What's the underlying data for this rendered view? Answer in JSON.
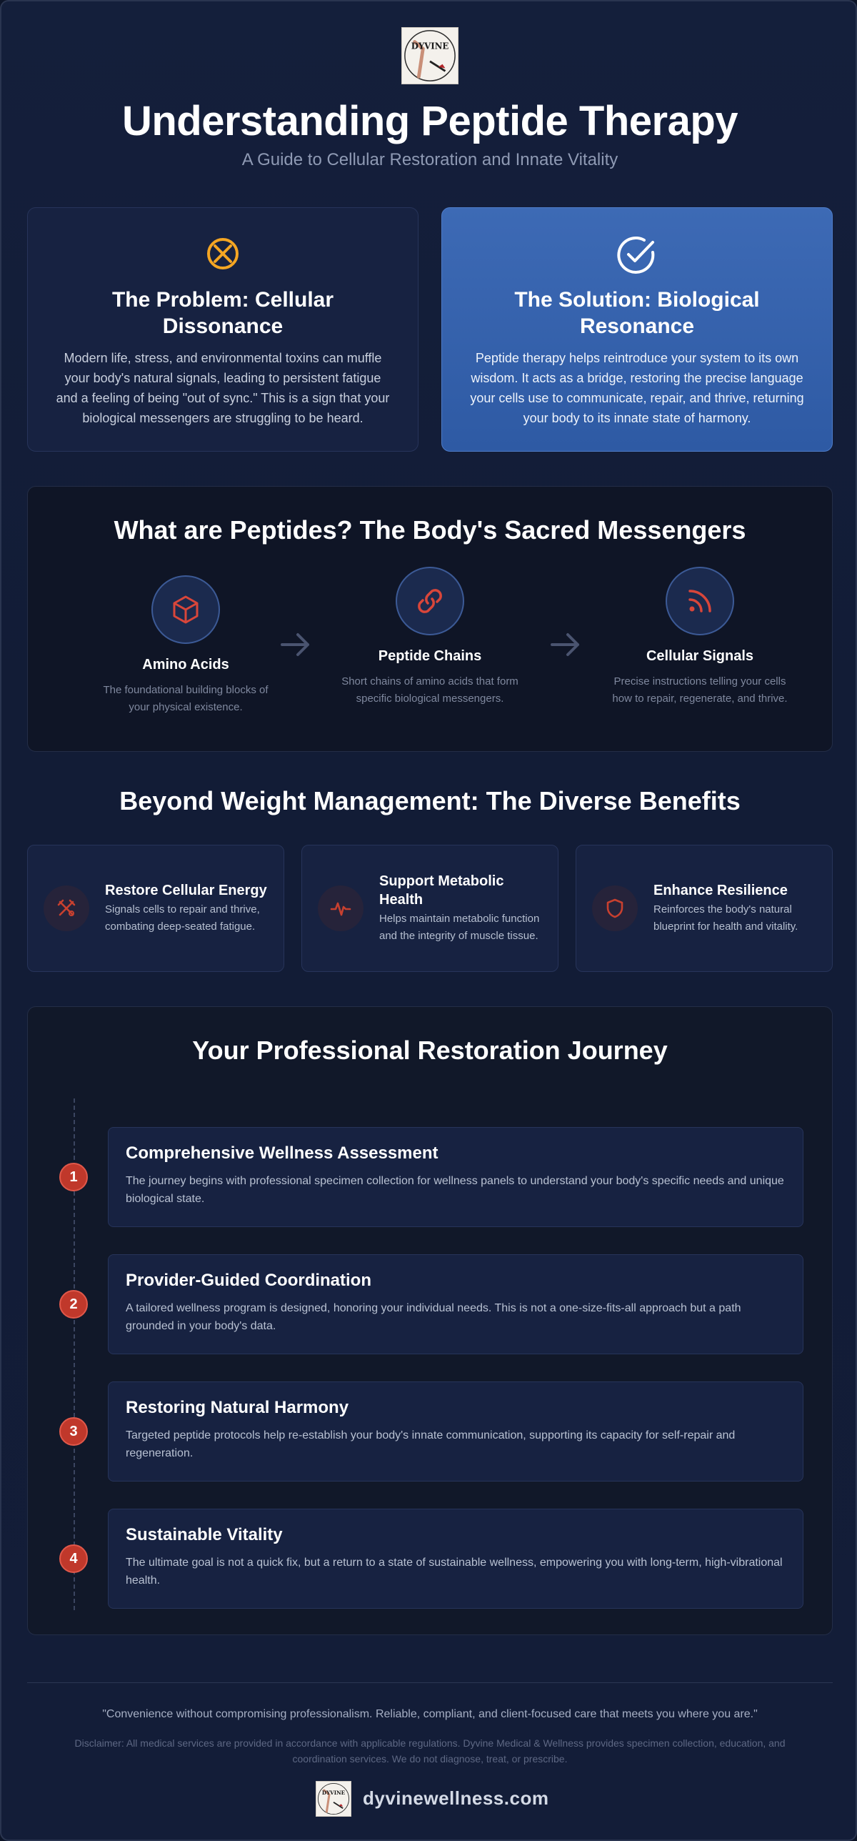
{
  "header": {
    "logo_text": "DYVINE",
    "title": "Understanding Peptide Therapy",
    "subtitle": "A Guide to Cellular Restoration and Innate Vitality"
  },
  "problem": {
    "icon": "x-circle-icon",
    "title": "The Problem: Cellular Dissonance",
    "text": "Modern life, stress, and environmental toxins can muffle your body's natural signals, leading to persistent fatigue and a feeling of being \"out of sync.\" This is a sign that your biological messengers are struggling to be heard."
  },
  "solution": {
    "icon": "check-circle-icon",
    "title": "The Solution: Biological Resonance",
    "text": "Peptide therapy helps reintroduce your system to its own wisdom. It acts as a bridge, restoring the precise language your cells use to communicate, repair, and thrive, returning your body to its innate state of harmony."
  },
  "peptides": {
    "title": "What are Peptides? The Body's Sacred Messengers",
    "steps": [
      {
        "icon": "cube-icon",
        "title": "Amino Acids",
        "text": "The foundational building blocks of your physical existence."
      },
      {
        "icon": "link-icon",
        "title": "Peptide Chains",
        "text": "Short chains of amino acids that form specific biological messengers."
      },
      {
        "icon": "signal-icon",
        "title": "Cellular Signals",
        "text": "Precise instructions telling your cells how to repair, regenerate, and thrive."
      }
    ]
  },
  "benefits": {
    "title": "Beyond Weight Management: The Diverse Benefits",
    "items": [
      {
        "icon": "tools-icon",
        "title": "Restore Cellular Energy",
        "text": "Signals cells to repair and thrive, combating deep-seated fatigue."
      },
      {
        "icon": "pulse-icon",
        "title": "Support Metabolic Health",
        "text": "Helps maintain metabolic function and the integrity of muscle tissue."
      },
      {
        "icon": "shield-icon",
        "title": "Enhance Resilience",
        "text": "Reinforces the body's natural blueprint for health and vitality."
      }
    ]
  },
  "journey": {
    "title": "Your Professional Restoration Journey",
    "steps": [
      {
        "num": "1",
        "title": "Comprehensive Wellness Assessment",
        "text": "The journey begins with professional specimen collection for wellness panels to understand your body's specific needs and unique biological state."
      },
      {
        "num": "2",
        "title": "Provider-Guided Coordination",
        "text": "A tailored wellness program is designed, honoring your individual needs. This is not a one-size-fits-all approach but a path grounded in your body's data."
      },
      {
        "num": "3",
        "title": "Restoring Natural Harmony",
        "text": "Targeted peptide protocols help re-establish your body's innate communication, supporting its capacity for self-repair and regeneration."
      },
      {
        "num": "4",
        "title": "Sustainable Vitality",
        "text": "The ultimate goal is not a quick fix, but a return to a state of sustainable wellness, empowering you with long-term, high-vibrational health."
      }
    ]
  },
  "footer": {
    "quote": "\"Convenience without compromising professionalism. Reliable, compliant, and client-focused care that meets you where you are.\"",
    "disclaimer": "Disclaimer: All medical services are provided in accordance with applicable regulations. Dyvine Medical & Wellness provides specimen collection, education, and coordination services. We do not diagnose, treat, or prescribe.",
    "site": "dyvinewellness.com"
  },
  "colors": {
    "accent_gold": "#f5a623",
    "accent_red": "#c0382b",
    "solution_blue": "#3d6ab5",
    "background": "#131d38"
  }
}
